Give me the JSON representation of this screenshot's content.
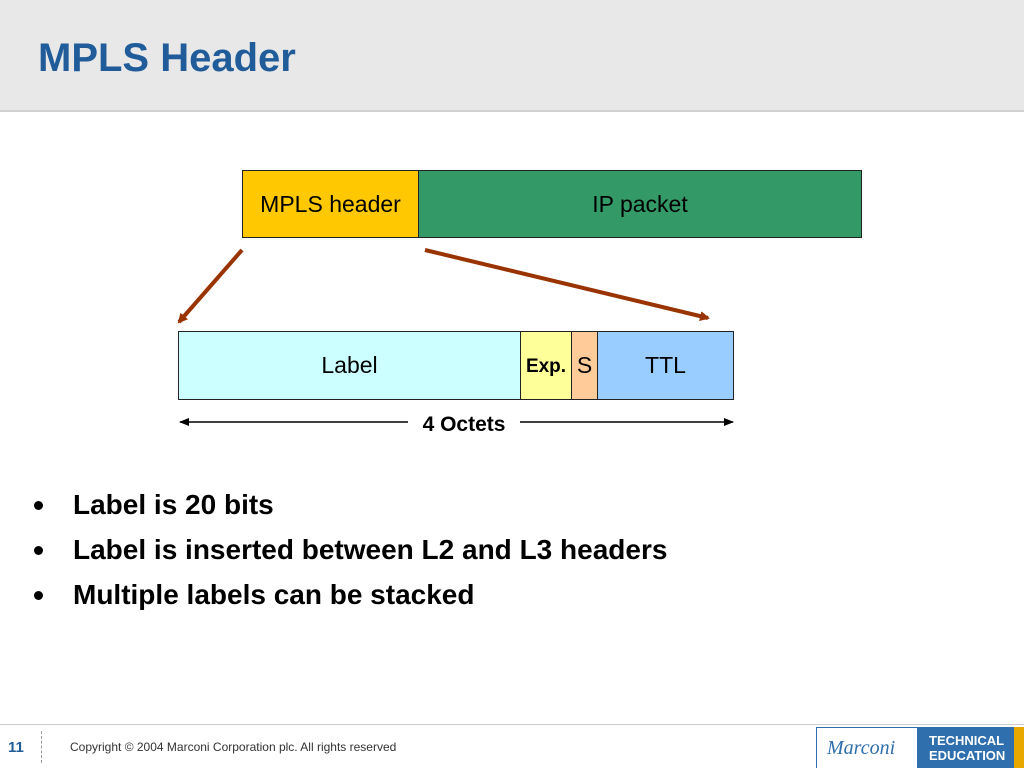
{
  "slide": {
    "title": "MPLS Header"
  },
  "diagram": {
    "top_row": {
      "mpls_header": "MPLS header",
      "ip_packet": "IP packet"
    },
    "header_fields": {
      "label": "Label",
      "exp": "Exp.",
      "s": "S",
      "ttl": "TTL"
    },
    "size_label": "4 Octets",
    "colors": {
      "mpls_header": "#ffc800",
      "ip_packet": "#339966",
      "label": "#ccffff",
      "exp": "#ffff99",
      "s": "#ffcc99",
      "ttl": "#99ccff",
      "expand_arrows": "#993300"
    }
  },
  "bullets": [
    "Label is 20 bits",
    "Label is inserted between L2 and L3 headers",
    "Multiple labels can be stacked"
  ],
  "footer": {
    "page_number": "11",
    "copyright": "Copyright © 2004 Marconi Corporation plc. All rights reserved",
    "logo": "Marconi",
    "badge_line1": "TECHNICAL",
    "badge_line2": "EDUCATION"
  }
}
